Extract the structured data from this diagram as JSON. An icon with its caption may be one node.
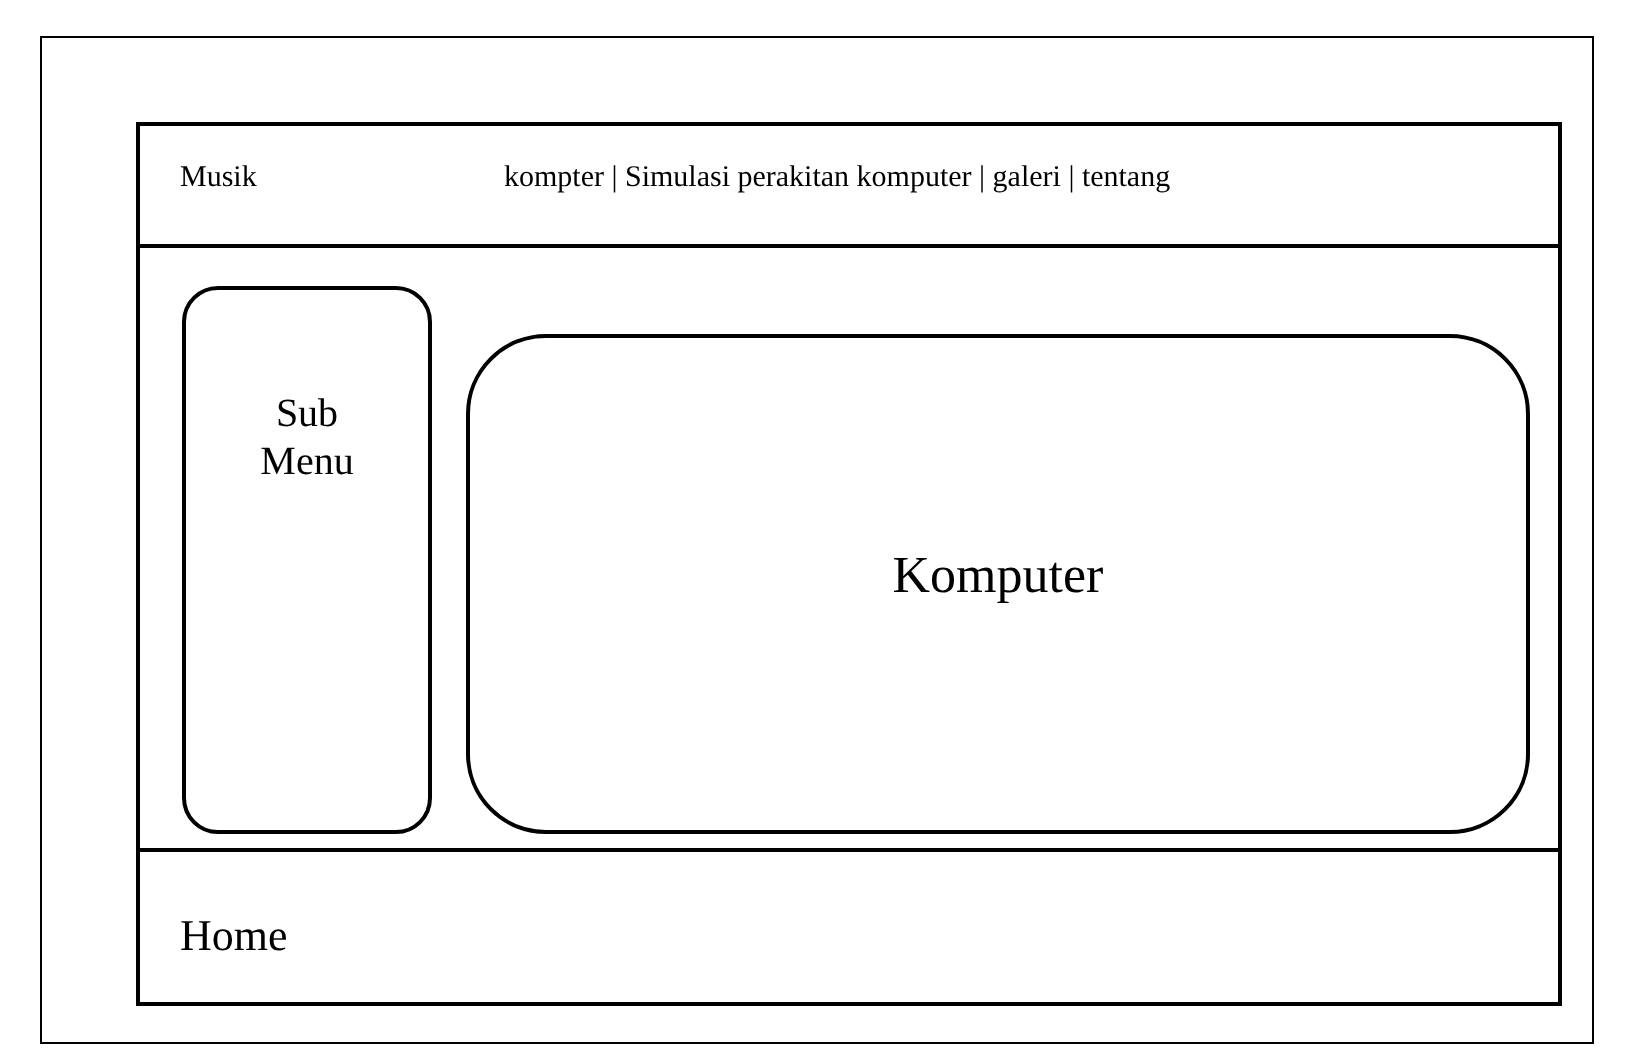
{
  "diagram": {
    "nodes": [
      {
        "text": [],
        "shape": "box"
      },
      {
        "text": [],
        "shape": "box",
        "in": 0
      },
      {
        "text": [
          "Musik",
          "kompter | Simulasi perakitan komputer | galeri | tentang"
        ],
        "in": 1
      },
      {
        "text": [
          "Sub Menu"
        ],
        "in": 1
      },
      {
        "text": [
          "Komputer"
        ],
        "in": 1
      },
      {
        "text": [
          "Home"
        ],
        "in": 1
      }
    ]
  }
}
